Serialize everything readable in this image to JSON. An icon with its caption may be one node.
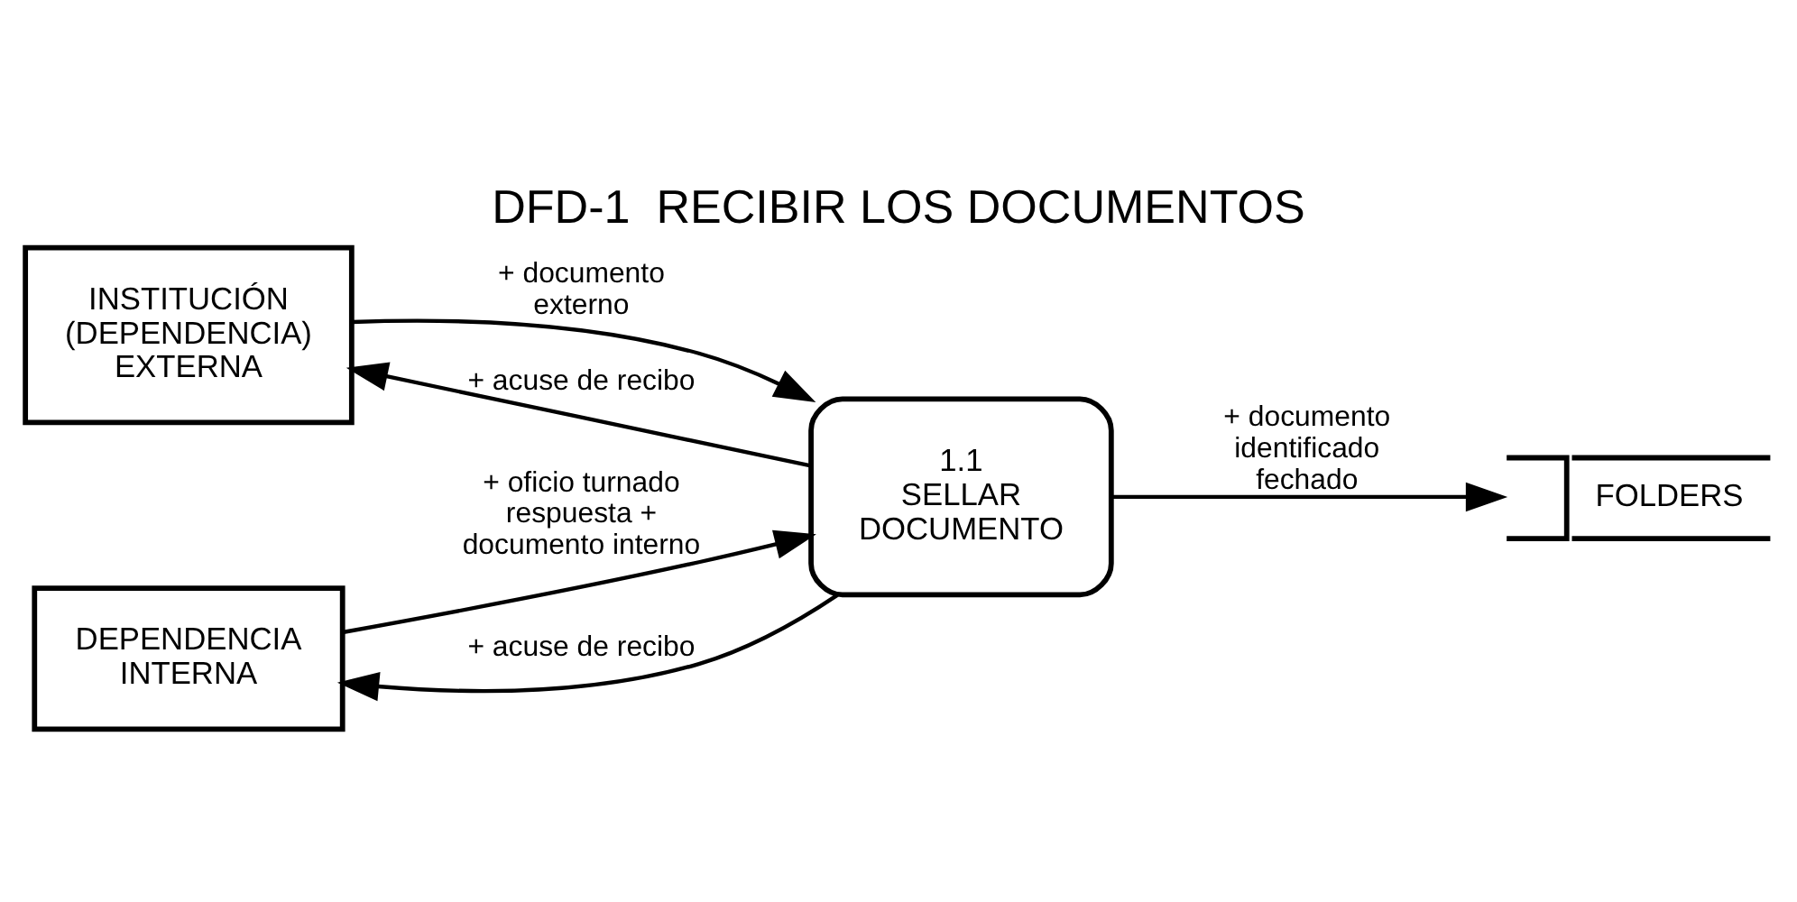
{
  "diagram": {
    "title": "DFD-1  RECIBIR LOS DOCUMENTOS",
    "nodes": [
      {
        "text": [
          "INSTITUCIÓN (DEPENDENCIA) EXTERNA"
        ]
      },
      {
        "text": [
          "1.1",
          "SELLAR DOCUMENTO"
        ]
      },
      {
        "text": [
          "FOLDERS"
        ]
      },
      {
        "text": [
          "DEPENDENCIA INTERNA"
        ]
      }
    ],
    "edges": [
      {
        "from": 1,
        "to": 0,
        "arrow": "to",
        "label": "+ acuse de recibo"
      },
      {
        "from": 0,
        "to": 1,
        "arrow": "to",
        "label": "+ documento externo"
      },
      {
        "from": 3,
        "to": 1,
        "arrow": "to",
        "label": "+ oficio turnado respuesta + documento interno"
      },
      {
        "from": 1,
        "to": 2,
        "arrow": "to",
        "label": "+ documento identificado fechado"
      },
      {
        "from": 1,
        "to": 3,
        "arrow": "to",
        "label": "+ acuse de recibo"
      }
    ]
  }
}
